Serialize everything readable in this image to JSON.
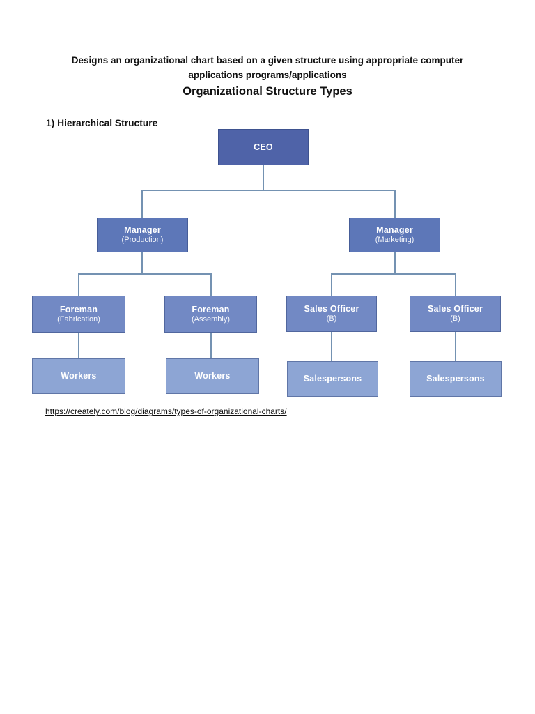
{
  "page": {
    "title_line1": "Designs an organizational chart based on a given structure using appropriate computer",
    "title_line2": "applications programs/applications",
    "heading": "Organizational Structure Types",
    "section_heading": "1) Hierarchical Structure",
    "source_link": "https://creately.com/blog/diagrams/types-of-organizational-charts/"
  },
  "colors": {
    "level1": "#4f63a8",
    "level2": "#5d77b8",
    "level3": "#7289c4",
    "level4": "#8da5d4",
    "connector": "#7492b2"
  },
  "org_chart": {
    "type": "hierarchy",
    "name": "Hierarchical Structure",
    "nodes": {
      "ceo": {
        "label": "CEO",
        "sublabel": ""
      },
      "mgr_production": {
        "label": "Manager",
        "sublabel": "(Production)"
      },
      "mgr_marketing": {
        "label": "Manager",
        "sublabel": "(Marketing)"
      },
      "foreman_fabrication": {
        "label": "Foreman",
        "sublabel": "(Fabrication)"
      },
      "foreman_assembly": {
        "label": "Foreman",
        "sublabel": "(Assembly)"
      },
      "sales_officer_1": {
        "label": "Sales Officer",
        "sublabel": "(B)"
      },
      "sales_officer_2": {
        "label": "Sales Officer",
        "sublabel": "(B)"
      },
      "workers_1": {
        "label": "Workers",
        "sublabel": ""
      },
      "workers_2": {
        "label": "Workers",
        "sublabel": ""
      },
      "salespersons_1": {
        "label": "Salespersons",
        "sublabel": ""
      },
      "salespersons_2": {
        "label": "Salespersons",
        "sublabel": ""
      }
    },
    "edges": [
      [
        "ceo",
        "mgr_production"
      ],
      [
        "ceo",
        "mgr_marketing"
      ],
      [
        "mgr_production",
        "foreman_fabrication"
      ],
      [
        "mgr_production",
        "foreman_assembly"
      ],
      [
        "mgr_marketing",
        "sales_officer_1"
      ],
      [
        "mgr_marketing",
        "sales_officer_2"
      ],
      [
        "foreman_fabrication",
        "workers_1"
      ],
      [
        "foreman_assembly",
        "workers_2"
      ],
      [
        "sales_officer_1",
        "salespersons_1"
      ],
      [
        "sales_officer_2",
        "salespersons_2"
      ]
    ]
  }
}
